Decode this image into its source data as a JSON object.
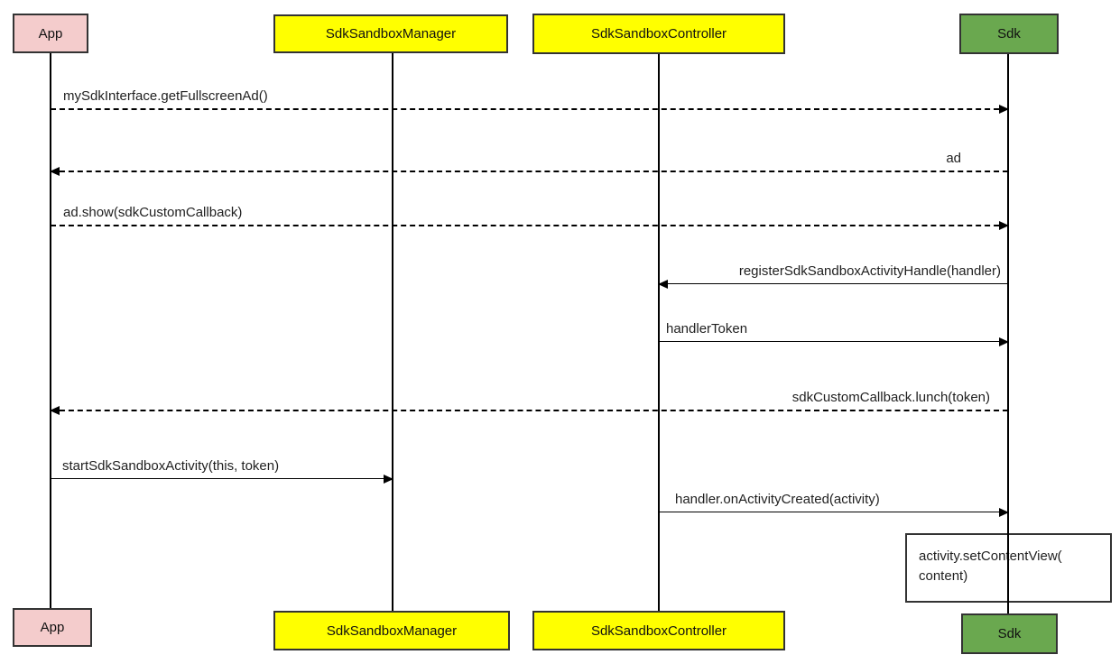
{
  "diagram_type": "uml-sequence",
  "colors": {
    "app_fill": "#f4cccc",
    "manager_fill": "#ffff00",
    "controller_fill": "#ffff00",
    "sdk_fill": "#6aa84f",
    "box_border": "#333333",
    "line_color": "#000000"
  },
  "actors": [
    {
      "label": "App"
    },
    {
      "label": "SdkSandboxManager"
    },
    {
      "label": "SdkSandboxController"
    },
    {
      "label": "Sdk"
    }
  ],
  "messages": [
    {
      "label": "mySdkInterface.getFullscreenAd()",
      "from": "App",
      "to": "Sdk",
      "style": "dashed",
      "direction": "right"
    },
    {
      "label": "ad",
      "from": "Sdk",
      "to": "App",
      "style": "dashed",
      "direction": "left"
    },
    {
      "label": "ad.show(sdkCustomCallback)",
      "from": "App",
      "to": "Sdk",
      "style": "dashed",
      "direction": "right"
    },
    {
      "label": "registerSdkSandboxActivityHandle(handler)",
      "from": "Sdk",
      "to": "SdkSandboxController",
      "style": "solid",
      "direction": "left"
    },
    {
      "label": "handlerToken",
      "from": "SdkSandboxController",
      "to": "Sdk",
      "style": "solid",
      "direction": "right"
    },
    {
      "label": "sdkCustomCallback.lunch(token)",
      "from": "Sdk",
      "to": "App",
      "style": "dashed",
      "direction": "left"
    },
    {
      "label": "startSdkSandboxActivity(this, token)",
      "from": "App",
      "to": "SdkSandboxManager",
      "style": "solid",
      "direction": "right"
    },
    {
      "label": "handler.onActivityCreated(activity)",
      "from": "SdkSandboxController",
      "to": "Sdk",
      "style": "solid",
      "direction": "right"
    }
  ],
  "note": {
    "line1": "activity.setContentView(",
    "line2": "content)"
  }
}
